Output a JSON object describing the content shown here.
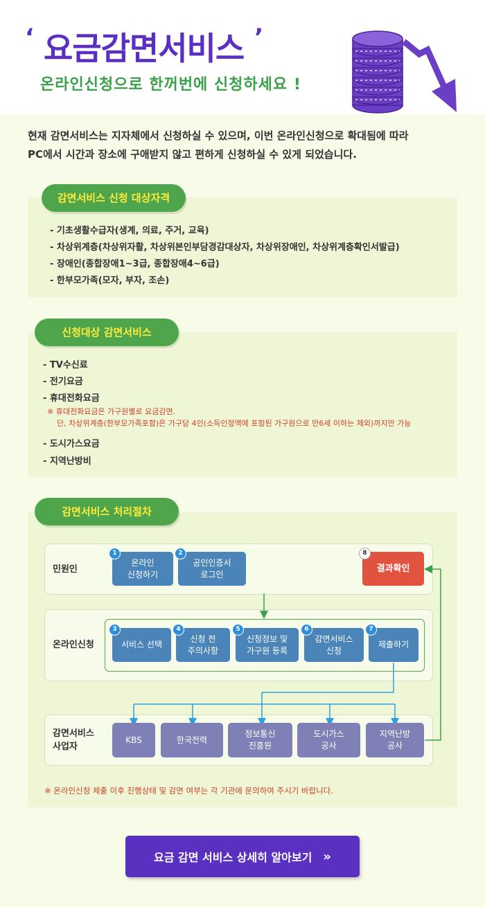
{
  "header": {
    "title": "요금감면서비스",
    "title_quote_open": "‘",
    "title_quote_close": "’",
    "subtitle": "온라인신청으로 한꺼번에 신청하세요 !",
    "coins_icon": "coin-stack-down-arrow-icon"
  },
  "intro": {
    "line1": "현재 감면서비스는 지자체에서 신청하실 수 있으며, 이번 온라인신청으로 확대됨에 따라",
    "line2": "PC에서 시간과 장소에 구애받지 않고 편하게 신청하실 수 있게 되었습니다."
  },
  "eligibility": {
    "title": "감면서비스 신청 대상자격",
    "items": [
      "- 기초생활수급자(생계, 의료, 주거, 교육)",
      "- 차상위계층(차상위자활, 차상위본인부담경감대상자, 차상위장애인, 차상위계층확인서발급)",
      "- 장애인(종합장애1~3급, 종합장애4~6급)",
      "- 한부모가족(모자, 부자, 조손)"
    ]
  },
  "services": {
    "title": "신청대상 감면서비스",
    "items_a": [
      "- TV수신료",
      "- 전기요금",
      "- 휴대전화요금"
    ],
    "note1": "※ 휴대전화요금은 가구원별로 요금감면.",
    "note2": "단, 차상위계층(한부모가족포함)은 가구당 4인(소득인정액에 포함된 가구원으로 만6세 이하는 제외)까지만 가능",
    "items_b": [
      "- 도시가스요금",
      "- 지역난방비"
    ]
  },
  "process": {
    "title": "감면서비스 처리절차",
    "rows": {
      "citizen": "민원인",
      "online": "온라인신청",
      "provider": "감면서비스\n사업자"
    },
    "steps": {
      "s1": {
        "num": "1",
        "label": "온라인\n신청하기"
      },
      "s2": {
        "num": "2",
        "label": "공인인증서\n로그인"
      },
      "s3": {
        "num": "3",
        "label": "서비스 선택"
      },
      "s4": {
        "num": "4",
        "label": "신청 전\n주의사항"
      },
      "s5": {
        "num": "5",
        "label": "신청정보 및\n가구원 등록"
      },
      "s6": {
        "num": "6",
        "label": "감면서비스\n신청"
      },
      "s7": {
        "num": "7",
        "label": "제출하기"
      },
      "s8": {
        "num": "8",
        "label": "결과확인"
      }
    },
    "providers": [
      "KBS",
      "한국전력",
      "정보통신\n진흥원",
      "도시가스\n공사",
      "지역난방\n공사"
    ],
    "footnote": "※ 온라인신청 제출 이후 진행상태 및 감면 여부는 각 기관에 문의하여 주시기 바랍니다."
  },
  "cta": {
    "label": "요금 감면 서비스 상세히 알아보기",
    "chevron": "»"
  },
  "colors": {
    "accent_purple": "#5a30c0",
    "green": "#4ea54c",
    "pill_text": "#ffeb3b",
    "step_blue": "#4a84b8",
    "step_purple": "#7f80b5",
    "result_red": "#e2533f"
  }
}
